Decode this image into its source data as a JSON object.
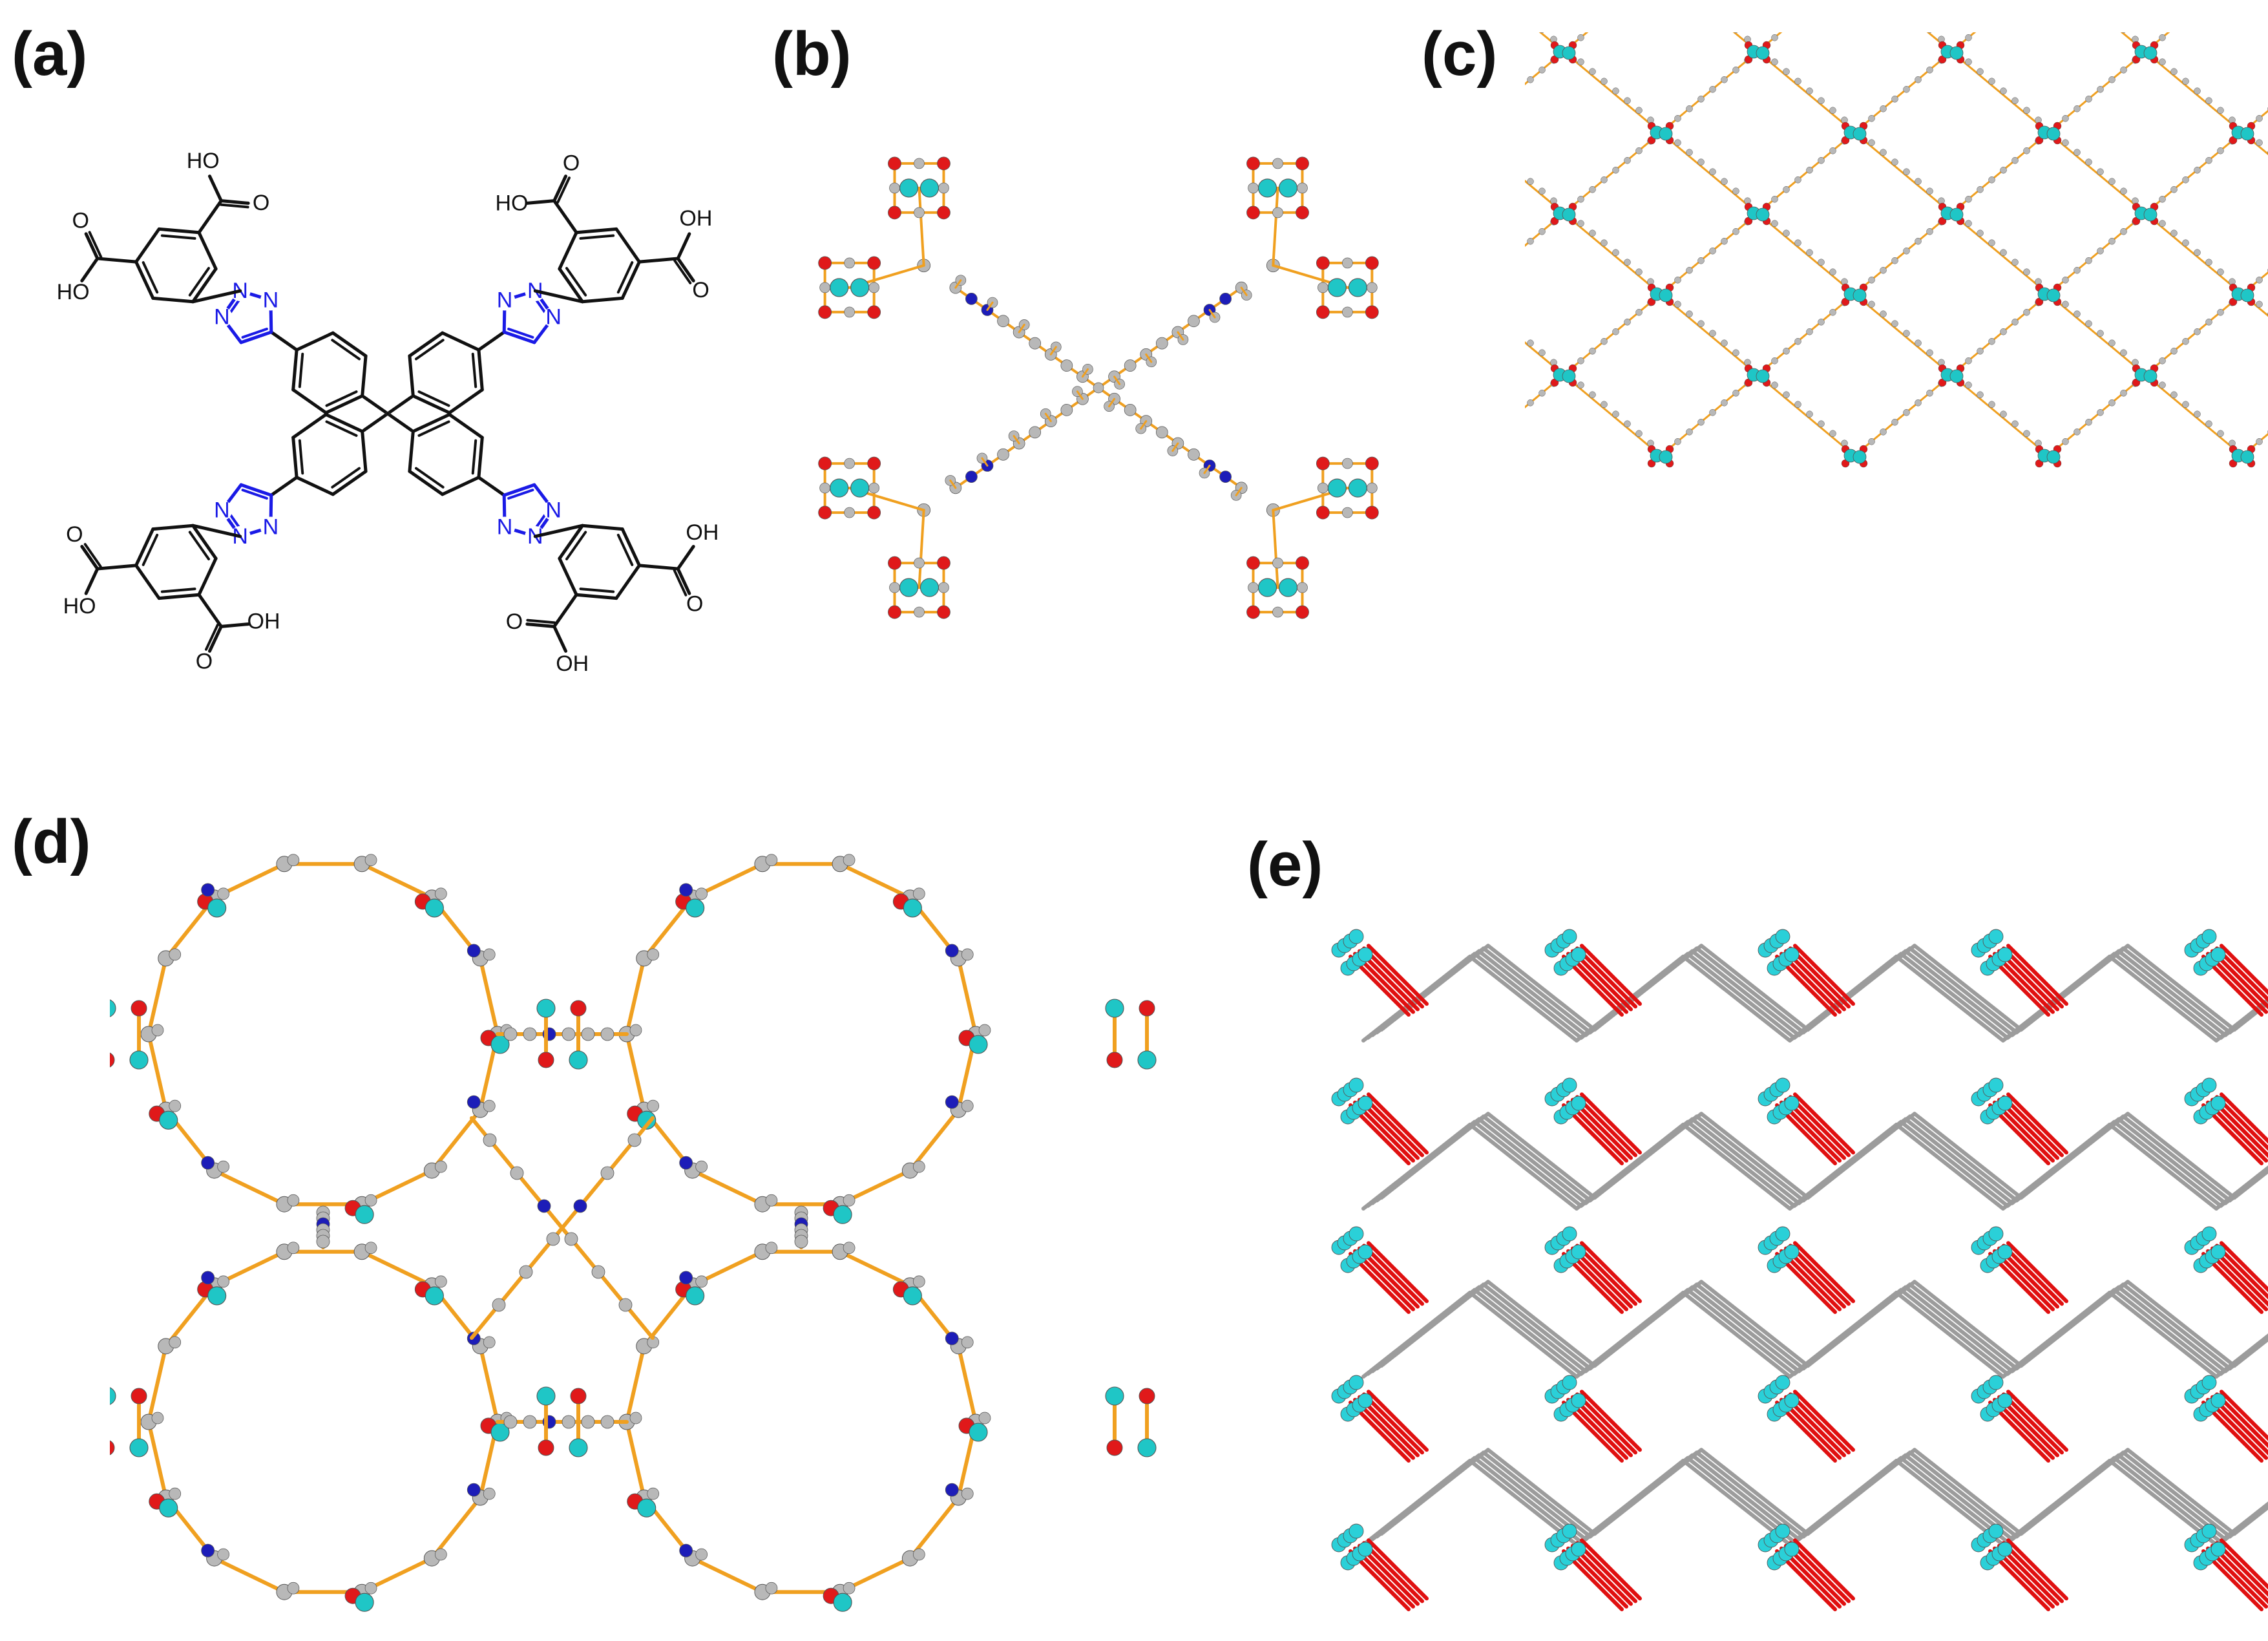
{
  "panels": {
    "a": {
      "label": "(a)",
      "atoms": {
        "N": "N",
        "OH": "OH",
        "HO": "HO",
        "O": "O"
      }
    },
    "b": {
      "label": "(b)"
    },
    "c": {
      "label": "(c)"
    },
    "d": {
      "label": "(d)"
    },
    "e": {
      "label": "(e)"
    }
  },
  "colors": {
    "carbon": "#b8b8b8",
    "oxygen": "#e0191a",
    "nitrogen": "#1d1db8",
    "metal": "#1fc6c6",
    "bond": "#f0a020",
    "triazole": "#1a1ae6",
    "skeleton": "#111111",
    "net_grey": "#9c9c9c",
    "net_red": "#e01010",
    "net_cyan": "#2ad0d8"
  }
}
